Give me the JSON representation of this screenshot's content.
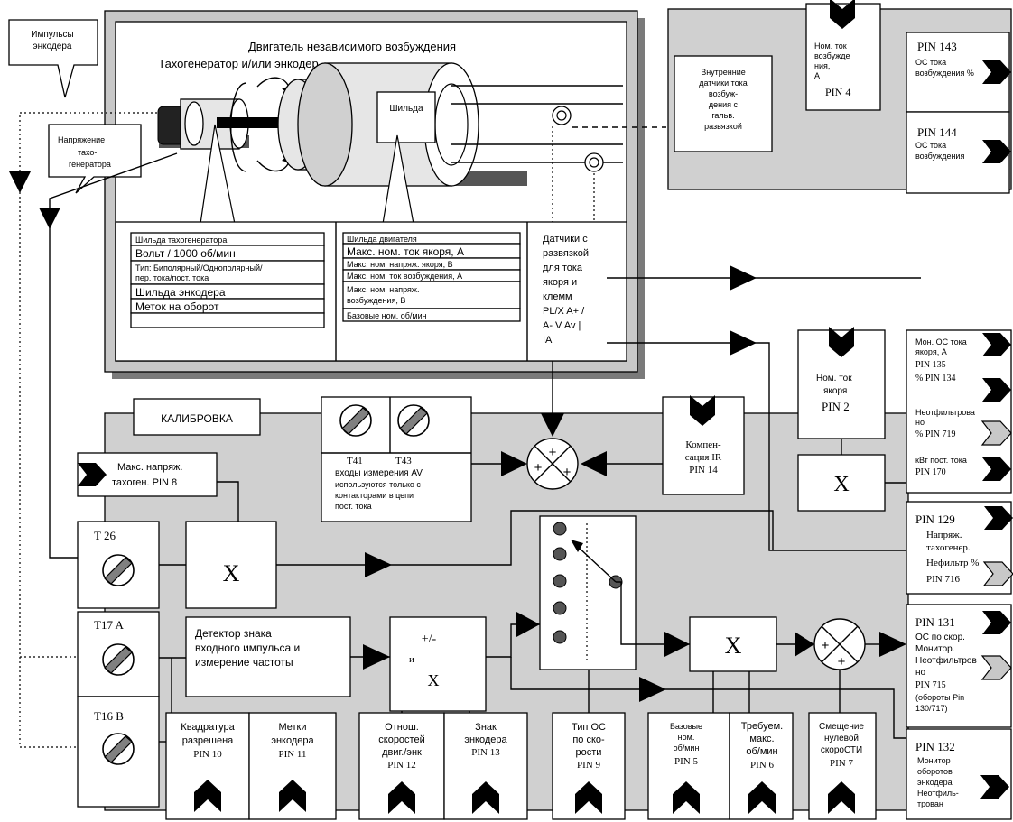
{
  "labels": {
    "encoder_pulses": [
      "Импульсы",
      "энкодера"
    ],
    "tacho_voltage": [
      "Напряжение",
      "тахо-",
      "генератора"
    ],
    "motor_title": "Двигатель независимого возбуждения",
    "tacho_encoder": "Тахогенератор и/или энкодер",
    "nameplate": "Шильда",
    "internal_sensors": [
      "Внутренние",
      "датчики тока",
      "возбуж-",
      "дения с",
      "гальв.",
      "развязкой"
    ],
    "field_nom": [
      "Ном. ток",
      "возбужде",
      "ния,",
      "A"
    ],
    "field_nom_pin": "PIN 4",
    "pin143": "PIN 143",
    "pin143_desc": [
      "ОС тока",
      "возбуждения %"
    ],
    "pin144": "PIN 144",
    "pin144_desc": [
      "ОС тока",
      "возбуждения"
    ],
    "tacho_plate": [
      "Шильда  тахогенератора",
      "Вольт / 1000 об/мин",
      "Тип: Биполярный/Однополярный/",
      "пер. тока/пост. тока",
      "Шильда энкодера",
      "Меток на оборот",
      ""
    ],
    "motor_plate": [
      "Шильда  двигателя",
      "Макс. ном. ток якоря, А",
      "Макс. ном. напряж. якоря, В",
      "Макс. ном. ток возбуждения, А",
      "Макс. ном. напряж.",
      "возбуждения, В",
      "Базовые ном. об/мин"
    ],
    "isolated_sensors": [
      "Датчики с",
      "развязкой",
      "для тока",
      "якоря и",
      "клемм",
      "PL/X A+ /",
      "A-  V Av |",
      "IA"
    ],
    "calibration": "КАЛИБРОВКА",
    "terminals": [
      "T41",
      "T43"
    ],
    "av_note": [
      "входы измерения AV",
      "используются только с",
      "контакторами в цепи",
      "пост. тока"
    ],
    "ir_comp": [
      "Компен-",
      "сация IR",
      "PIN 14"
    ],
    "armature_nom": [
      "Ном. ток",
      "якоря",
      "PIN 2"
    ],
    "right_monitors": [
      "Мон. ОС тока",
      "якоря, А",
      "PIN 135",
      "% PIN 134",
      "Неотфильтрова",
      "но",
      "% PIN 719",
      "кВт пост. тока",
      "PIN 170"
    ],
    "max_tacho": [
      "Макс. напряж.",
      "тахоген. PIN 8"
    ],
    "t26": "T 26",
    "t17a": "T17 A",
    "t16b": "T16 B",
    "mult": "X",
    "pin129": [
      "PIN 129",
      "Напряж.",
      "тахогенер.",
      "Нефильтр %",
      "PIN 716"
    ],
    "detector": [
      "Детектор знака",
      "входного импульса и",
      "измерение частоты"
    ],
    "plusminus": [
      "+/-",
      "и",
      "X"
    ],
    "pin131": [
      "PIN 131",
      "ОС по скор.",
      "Монитор.",
      "Неотфильтров",
      "но",
      "PIN 715",
      "(обороты Pin",
      "130/717)"
    ],
    "pin132": [
      "PIN 132",
      "Монитор",
      "оборотов",
      "энкодера",
      "Неотфиль-",
      "трован"
    ],
    "bottom": [
      [
        "Квадратура",
        "разрешена",
        "PIN  10"
      ],
      [
        "Метки",
        "энкодера",
        "PIN  11"
      ],
      [
        "Отнош.",
        "скоростей",
        "двиг./энк",
        "PIN  12"
      ],
      [
        "Знак",
        "энкодера",
        "PIN  13"
      ],
      [
        "Тип ОС",
        "по ско-",
        "рости",
        "PIN  9"
      ],
      [
        "Базовые",
        "ном.",
        "об/мин",
        "PIN  5"
      ],
      [
        "Требуем.",
        "макс.",
        "об/мин",
        "PIN  6"
      ],
      [
        "Смещение",
        "нулевой",
        "скороСТИ",
        "PIN 7"
      ]
    ],
    "sum_signs": [
      "+",
      "+",
      "+"
    ],
    "sum2_signs": [
      "+",
      "+"
    ]
  },
  "colors": {
    "panel": "#d0d0d0",
    "outer_frame": "#c8c8c8",
    "shadow": "#555555",
    "screw": "#808080"
  }
}
